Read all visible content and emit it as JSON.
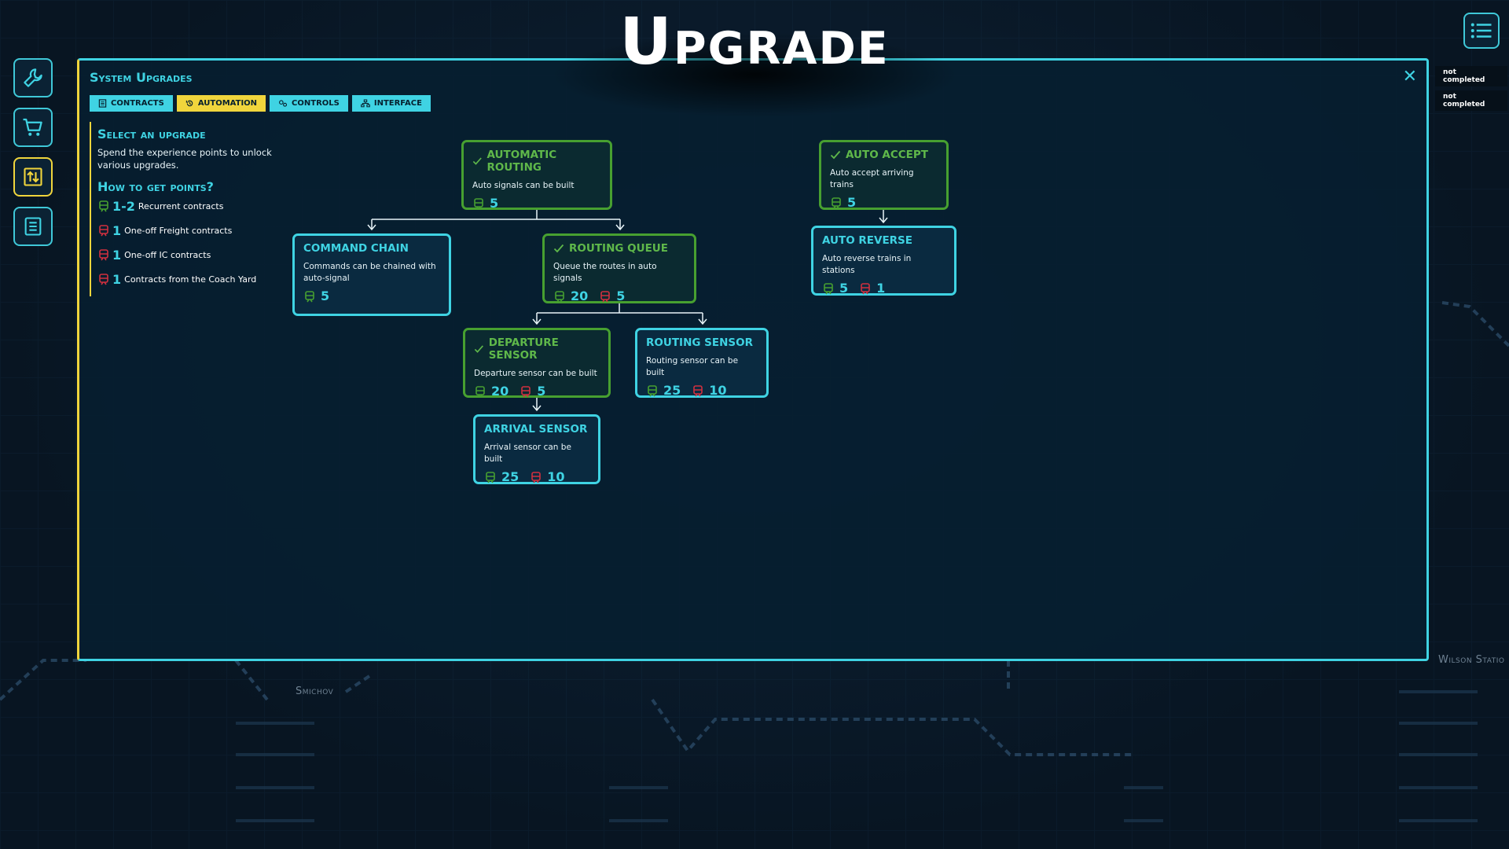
{
  "screen_title": "Upgrade",
  "panel": {
    "title": "System Upgrades",
    "tabs": [
      {
        "label": "Contracts",
        "icon": "document-icon",
        "active": false
      },
      {
        "label": "Automation",
        "icon": "history-icon",
        "active": true
      },
      {
        "label": "Controls",
        "icon": "gears-icon",
        "active": false
      },
      {
        "label": "Interface",
        "icon": "hierarchy-icon",
        "active": false
      }
    ],
    "close_label": "✕"
  },
  "sidebar": {
    "heading1": "Select an upgrade",
    "description": "Spend the experience points to unlock various upgrades.",
    "heading2": "How to get points?",
    "points": [
      {
        "value": "1-2",
        "label": "Recurrent contracts",
        "icon": "green-train-icon"
      },
      {
        "value": "1",
        "label": "One-off Freight contracts",
        "icon": "red-train-icon"
      },
      {
        "value": "1",
        "label": "One-off IC contracts",
        "icon": "red-train-icon"
      },
      {
        "value": "1",
        "label": "Contracts from the Coach Yard",
        "icon": "red-train-icon"
      }
    ]
  },
  "upgrades": {
    "automatic_routing": {
      "title": "Automatic Routing",
      "desc": "Auto signals can be built",
      "green": "5",
      "completed": true
    },
    "command_chain": {
      "title": "Command Chain",
      "desc": "Commands can be chained with auto-signal",
      "green": "5",
      "completed": false
    },
    "routing_queue": {
      "title": "Routing Queue",
      "desc": "Queue the routes in auto signals",
      "green": "20",
      "red": "5",
      "completed": true
    },
    "departure_sensor": {
      "title": "Departure Sensor",
      "desc": "Departure sensor can be built",
      "green": "20",
      "red": "5",
      "completed": true
    },
    "routing_sensor": {
      "title": "Routing Sensor",
      "desc": "Routing sensor can be built",
      "green": "25",
      "red": "10",
      "completed": false
    },
    "arrival_sensor": {
      "title": "Arrival Sensor",
      "desc": "Arrival sensor can be built",
      "green": "25",
      "red": "10",
      "completed": false
    },
    "auto_accept": {
      "title": "Auto Accept",
      "desc": "Auto accept arriving trains",
      "green": "5",
      "completed": true
    },
    "auto_reverse": {
      "title": "Auto Reverse",
      "desc": "Auto reverse trains in stations",
      "green": "5",
      "red": "1",
      "completed": false
    }
  },
  "status_items": [
    "not completed",
    "not completed"
  ],
  "left_rail": [
    {
      "icon": "wrench-icon",
      "active": false
    },
    {
      "icon": "cart-icon",
      "active": false
    },
    {
      "icon": "upgrade-icon",
      "active": true
    },
    {
      "icon": "book-icon",
      "active": false
    }
  ],
  "map_labels": {
    "station_left": "Smichov",
    "station_right": "Wilson Statio"
  },
  "colors": {
    "accent": "#3fd3e3",
    "active": "#f0d53c",
    "completed": "#47a030",
    "green_point": "#47a030",
    "red_point": "#d0303f"
  }
}
